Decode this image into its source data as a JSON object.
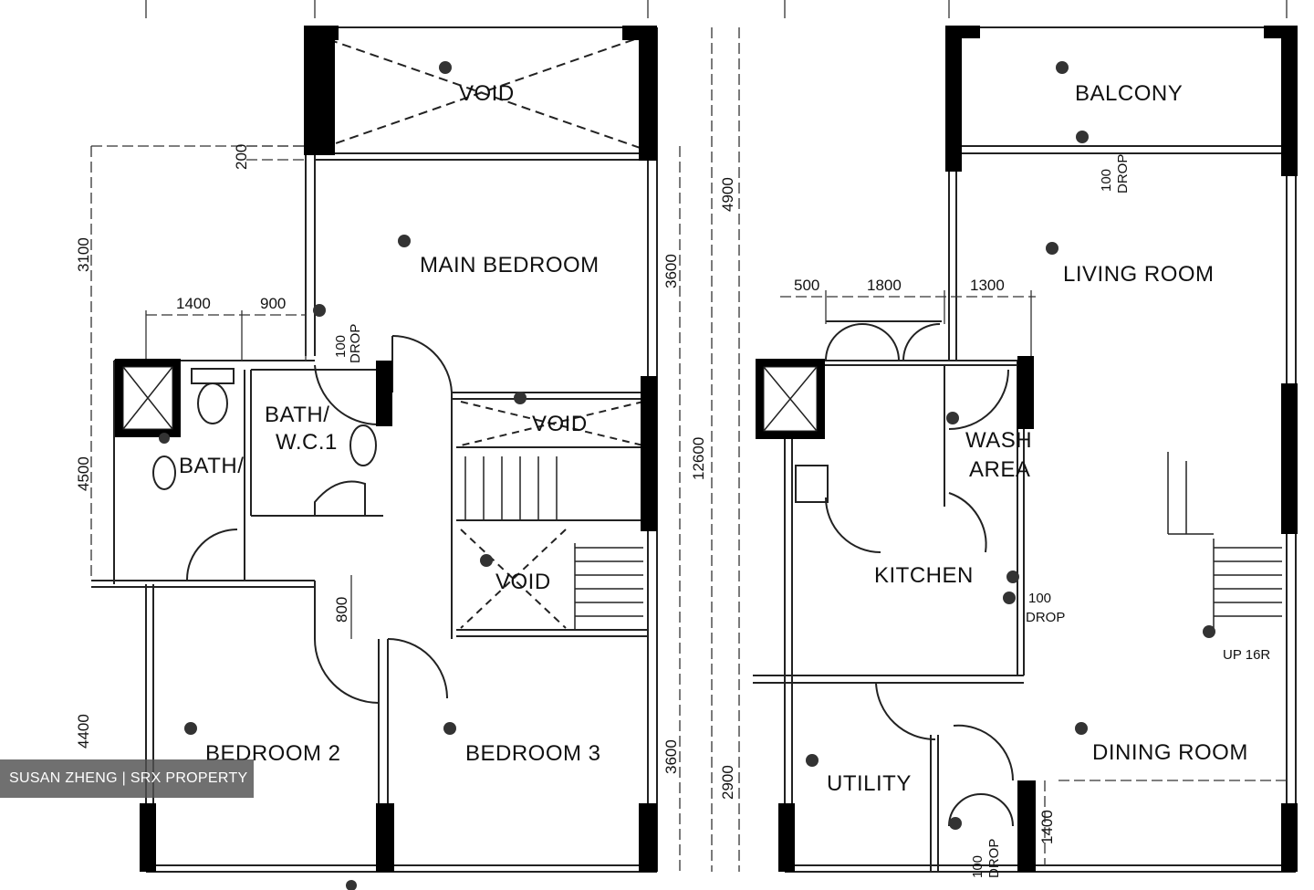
{
  "rooms": {
    "void_top": "VOID",
    "main_bedroom": "MAIN BEDROOM",
    "bath_wc1_line1": "BATH/",
    "bath_wc1_line2": "W.C.1",
    "bath_wc2": "BATH/",
    "void_mid": "VOID",
    "void_low": "VOID",
    "bedroom2": "BEDROOM 2",
    "bedroom3": "BEDROOM 3",
    "balcony": "BALCONY",
    "living_room": "LIVING ROOM",
    "wash_line1": "WASH",
    "wash_line2": "AREA",
    "kitchen": "KITCHEN",
    "utility": "UTILITY",
    "dining_room": "DINING ROOM",
    "stairs": "UP 16R"
  },
  "dimensions": {
    "d200": "200",
    "d3100": "3100",
    "d1400a": "1400",
    "d900": "900",
    "d4500": "4500",
    "d800": "800",
    "d4400": "4400",
    "d3600a": "3600",
    "d12600": "12600",
    "d3600b": "3600",
    "d4900": "4900",
    "d500": "500",
    "d1800": "1800",
    "d1300": "1300",
    "d2900": "2900",
    "d1400b": "1400"
  },
  "drops": {
    "drop1_num": "100",
    "drop1_txt": "DROP",
    "drop2_num": "100",
    "drop2_txt": "DROP",
    "drop3_num": "100",
    "drop3_txt": "DROP",
    "drop4_num": "100",
    "drop4_txt": "DROP"
  },
  "watermark": "SUSAN ZHENG | SRX PROPERTY"
}
